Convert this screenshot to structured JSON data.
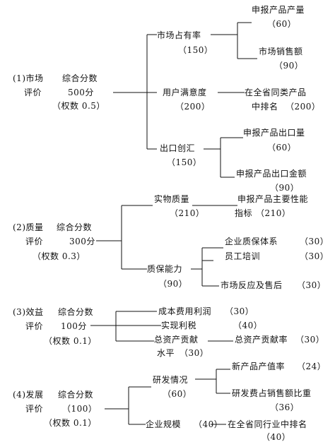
{
  "sections": [
    {
      "label": "(1)市场",
      "subtitle": "评价",
      "score_label": "综合分数",
      "score": "500分",
      "weight": "（权数 0.5）",
      "items": [
        {
          "label": "市场占有率",
          "value": "（150）",
          "sub": [
            {
              "label": "申报产品产量",
              "value": "（60）"
            },
            {
              "label": "市场销售额",
              "value": "（90）"
            }
          ]
        },
        {
          "label": "用户满意度",
          "value": "（200）",
          "sub": [
            {
              "label": "在全省同类产品",
              "label2": "中排名",
              "value": "（200）"
            }
          ]
        },
        {
          "label": "出口创汇",
          "value": "（150）",
          "sub": [
            {
              "label": "申报产品出口量",
              "value": "（60）"
            },
            {
              "label": "申报产品出口金额",
              "value": "（90）"
            }
          ]
        }
      ]
    },
    {
      "label": "(2)质量",
      "subtitle": "评价",
      "score_label": "综合分数",
      "score": "300分",
      "weight": "（权数 0.3）",
      "items": [
        {
          "label": "实物质量",
          "value": "（210）",
          "sub": [
            {
              "label": "申报产品主要性能",
              "label2": "指标",
              "value": "（210）"
            }
          ]
        },
        {
          "label": "质保能力",
          "value": "（90）",
          "sub": [
            {
              "label": "企业质保体系",
              "value": "（30）"
            },
            {
              "label": "员工培训",
              "value": "（30）"
            },
            {
              "label": "市场反应及售后",
              "value": "（30）"
            }
          ]
        }
      ]
    },
    {
      "label": "(3)效益",
      "subtitle": "评价",
      "score_label": "综合分数",
      "score": "100分",
      "weight": "（权数 0.1）",
      "items": [
        {
          "label": "成本费用利润",
          "value": "（30）"
        },
        {
          "label": "实现利税",
          "value": "（40）"
        },
        {
          "label": "总资产贡献",
          "label2": "水平",
          "value": "（30）",
          "sub": [
            {
              "label": "总资产贡献率",
              "value": "（30）"
            }
          ]
        }
      ]
    },
    {
      "label": "(4)发展",
      "subtitle": "评价",
      "score_label": "综合分数",
      "score": "（100）",
      "weight": "（权数 0.1）",
      "items": [
        {
          "label": "研发情况",
          "value": "（60）",
          "sub": [
            {
              "label": "新产品产值率",
              "value": "（24）"
            },
            {
              "label": "研发费占销售额比重",
              "value": "（36）"
            }
          ]
        },
        {
          "label": "企业规模",
          "value": "（40）",
          "sub": [
            {
              "label": "在全省同行业中排名",
              "value": "（40）"
            }
          ]
        }
      ]
    }
  ]
}
